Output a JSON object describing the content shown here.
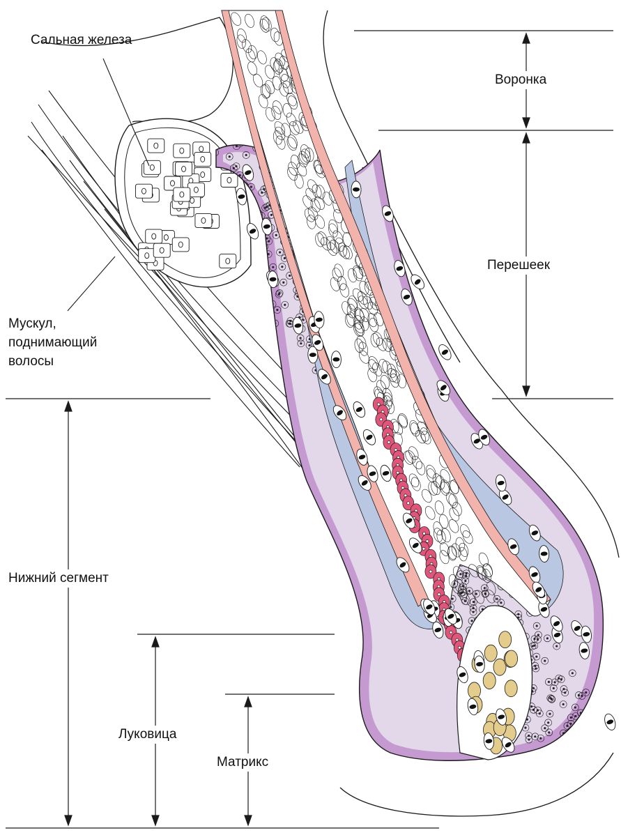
{
  "labels": {
    "sebaceous_gland": "Сальная железа",
    "arrector_muscle_line1": "Мускул,",
    "arrector_muscle_line2": "поднимающий",
    "arrector_muscle_line3": "волосы",
    "infundibulum": "Воронка",
    "isthmus": "Перешеек",
    "lower_segment": "Нижний сегмент",
    "bulb": "Луковица",
    "matrix": "Матрикс"
  },
  "colors": {
    "background": "#ffffff",
    "line": "#1a1a1a",
    "cuticle_pink": "#f2b3ac",
    "medulla_red": "#e0557a",
    "inner_sheath_blue": "#b9c7e3",
    "outer_sheath_lavender": "#e3d8ea",
    "glassy_membrane_purple": "#c49ad0",
    "papilla_tan": "#e3cc8c",
    "nucleus_dark": "#2a2230"
  }
}
